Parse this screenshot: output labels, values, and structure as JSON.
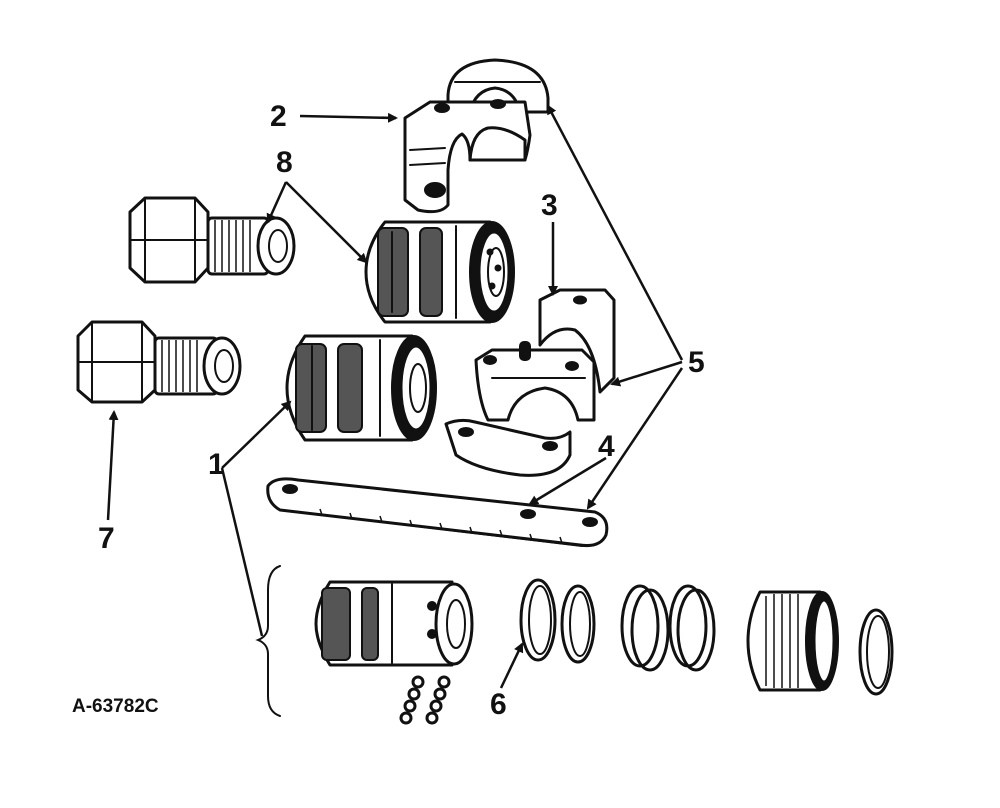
{
  "figure_id": "A-63782C",
  "callouts": [
    "1",
    "2",
    "3",
    "4",
    "5",
    "6",
    "7",
    "8"
  ]
}
